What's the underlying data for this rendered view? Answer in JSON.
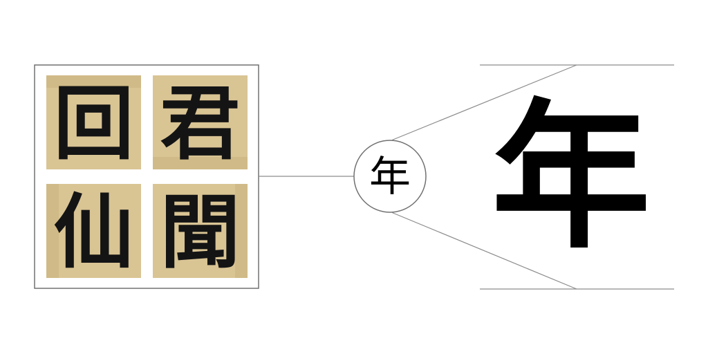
{
  "source_panel": {
    "characters": [
      {
        "char": "回"
      },
      {
        "char": "君"
      },
      {
        "char": "仙"
      },
      {
        "char": "聞"
      }
    ],
    "tile_color": "#d9c494",
    "ink_color": "#141414"
  },
  "center_node": {
    "char": "年"
  },
  "result_panel": {
    "char": "年",
    "ink_color": "#000000"
  }
}
